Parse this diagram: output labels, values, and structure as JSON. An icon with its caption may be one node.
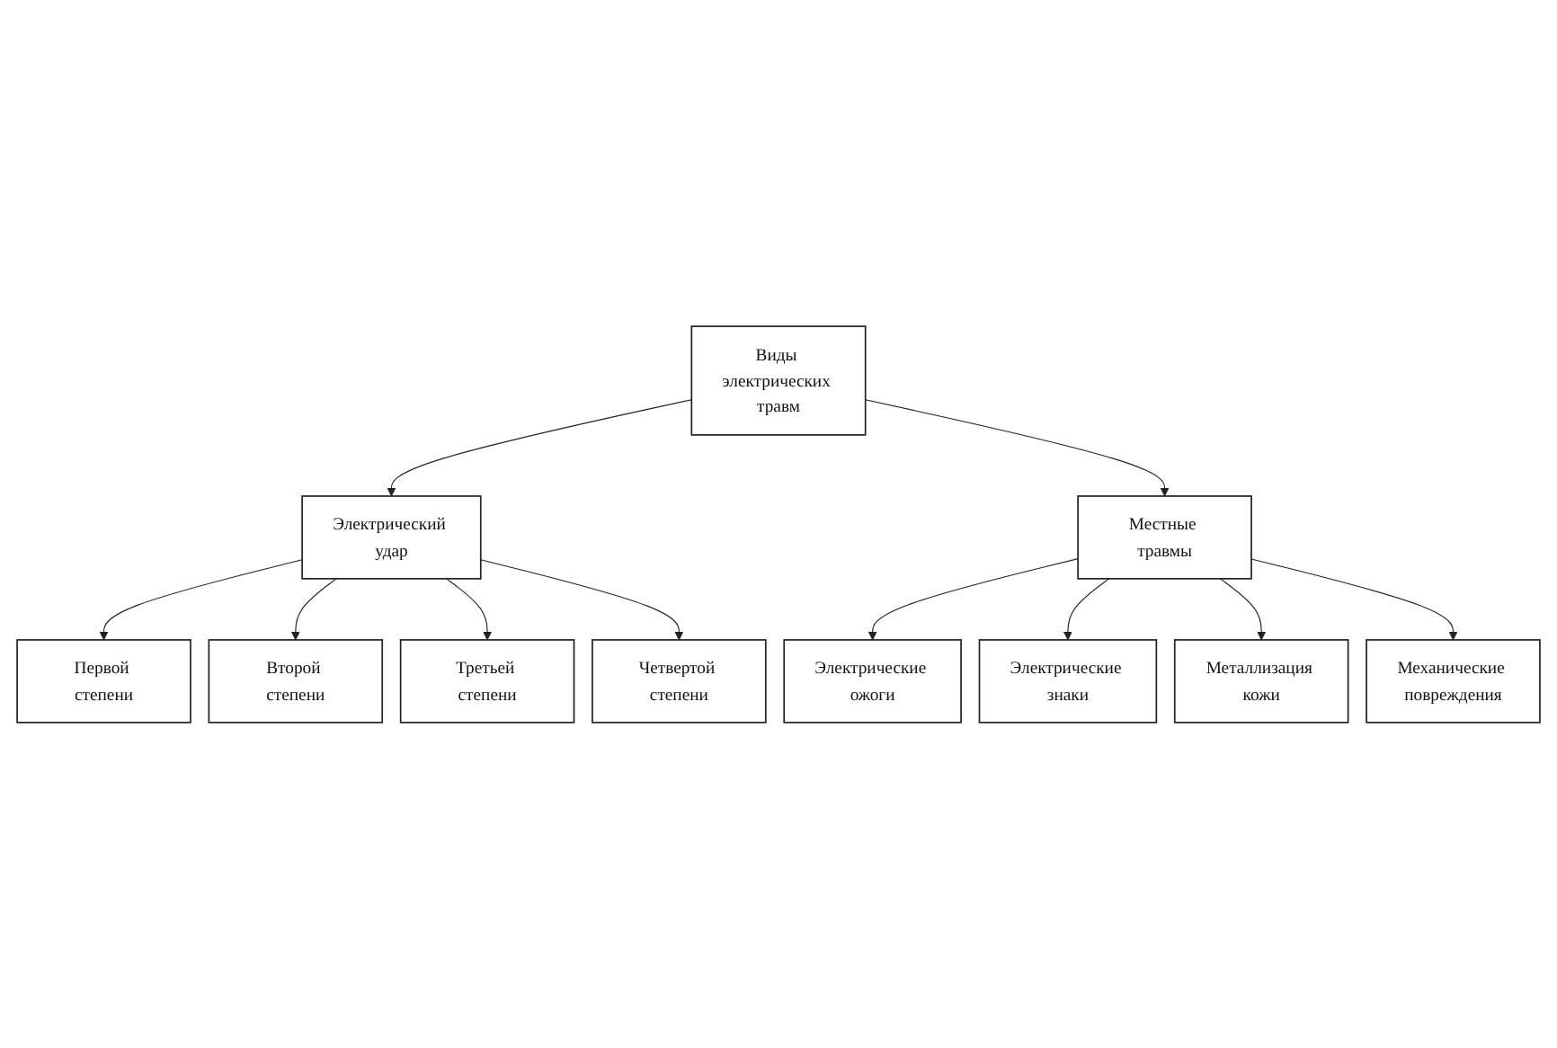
{
  "diagram": {
    "nodes": [
      {
        "text": [
          "Виды электрических травм"
        ]
      },
      {
        "text": [
          "Электрический удар"
        ]
      },
      {
        "text": [
          "Местные травмы"
        ]
      },
      {
        "text": [
          "Первой степени"
        ]
      },
      {
        "text": [
          "Второй степени"
        ]
      },
      {
        "text": [
          "Третьей степени"
        ]
      },
      {
        "text": [
          "Четвертой степени"
        ]
      },
      {
        "text": [
          "Электрические ожоги"
        ]
      },
      {
        "text": [
          "Электрические знаки"
        ]
      },
      {
        "text": [
          "Металлизация кожи"
        ]
      },
      {
        "text": [
          "Механические повреждения"
        ]
      }
    ],
    "edges": [
      {
        "from": 0,
        "to": 1,
        "arrow": "to"
      },
      {
        "from": 0,
        "to": 2,
        "arrow": "to"
      },
      {
        "from": 1,
        "to": 3,
        "arrow": "to"
      },
      {
        "from": 1,
        "to": 4,
        "arrow": "to"
      },
      {
        "from": 1,
        "to": 5,
        "arrow": "to"
      },
      {
        "from": 1,
        "to": 6,
        "arrow": "to"
      },
      {
        "from": 2,
        "to": 7,
        "arrow": "to"
      },
      {
        "from": 2,
        "to": 8,
        "arrow": "to"
      },
      {
        "from": 2,
        "to": 9,
        "arrow": "to"
      },
      {
        "from": 2,
        "to": 10,
        "arrow": "to"
      }
    ]
  }
}
